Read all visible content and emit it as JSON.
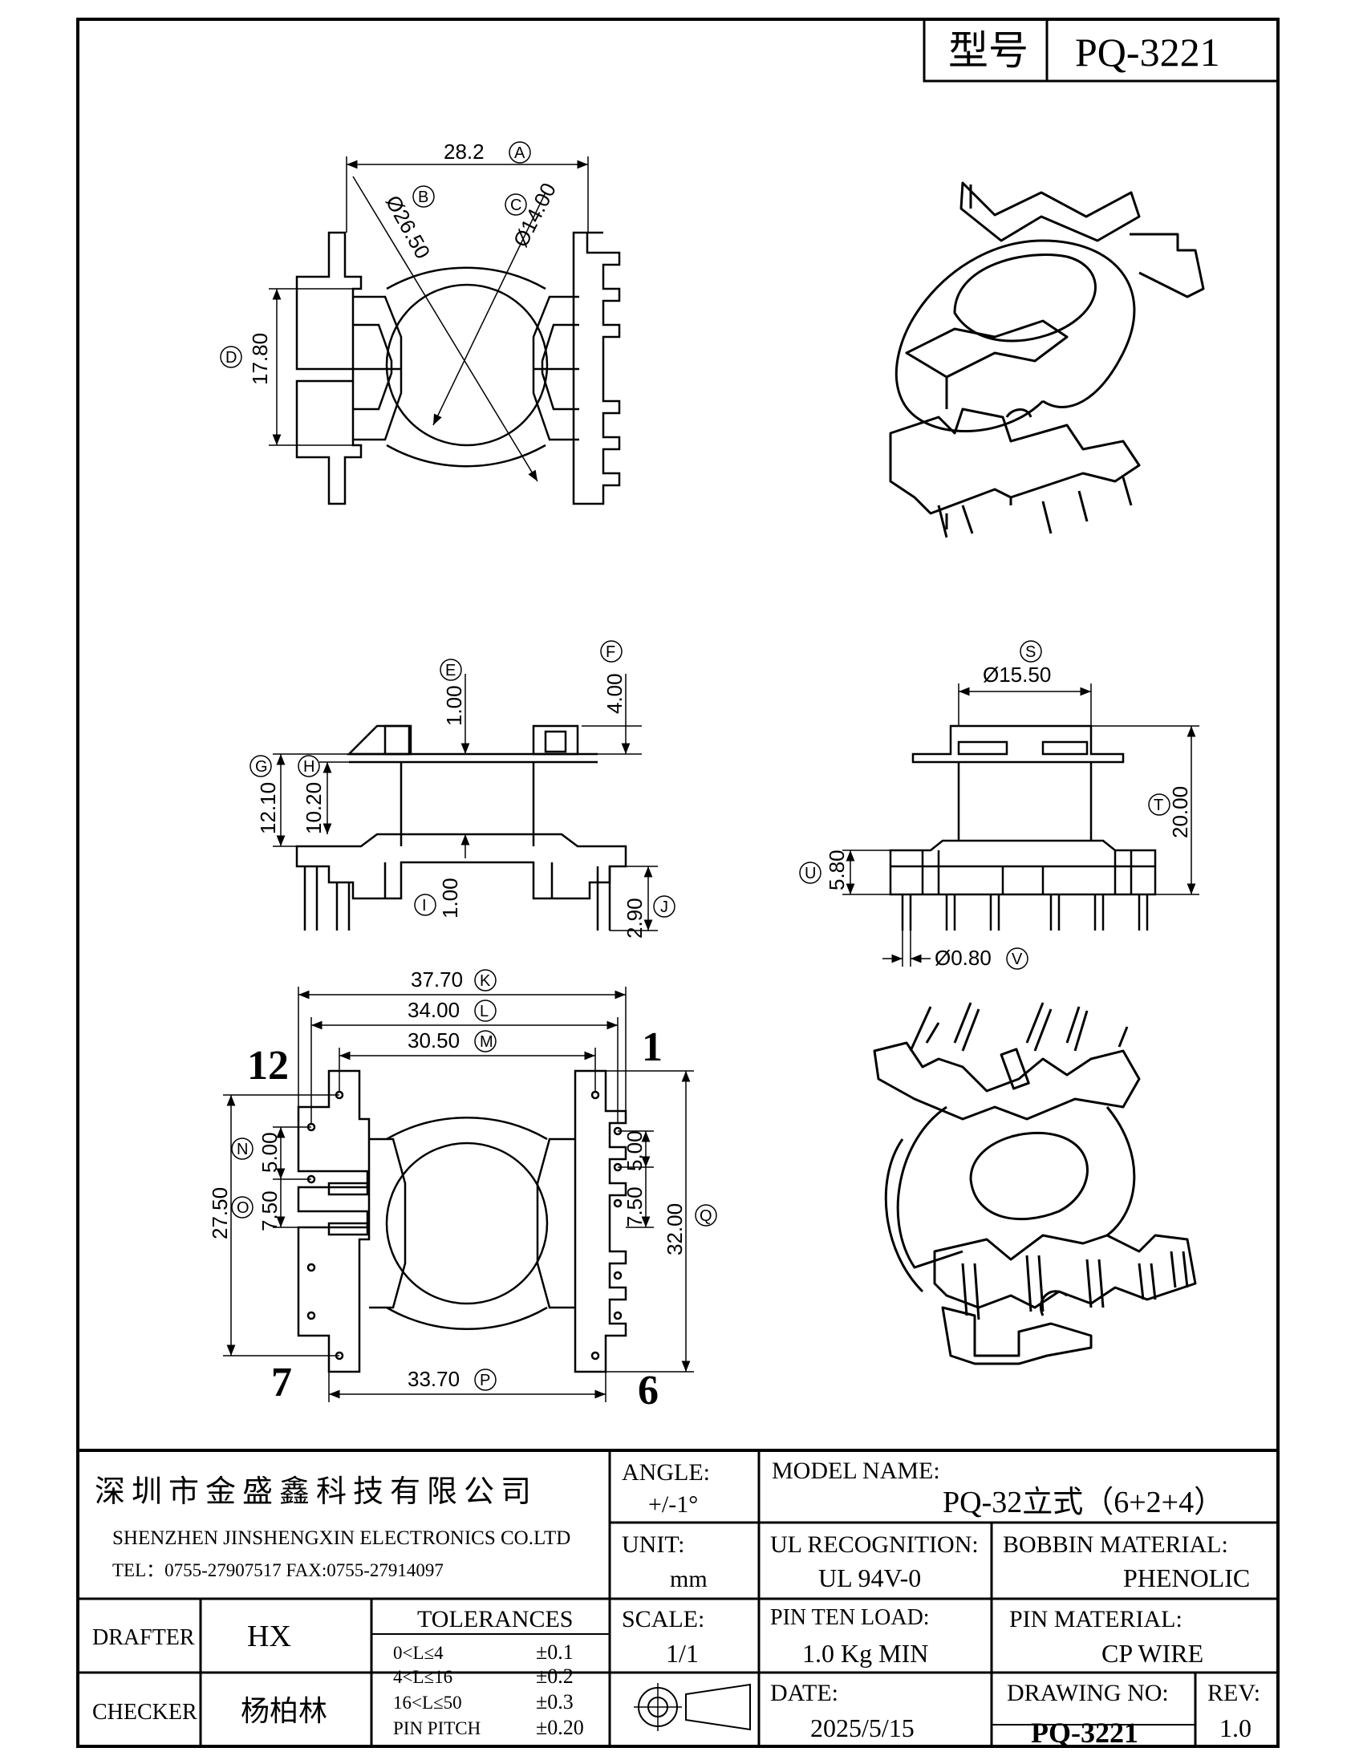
{
  "title_block_top": {
    "type_label": "型号",
    "type_value": "PQ-3221"
  },
  "dims": {
    "A": "28.2",
    "B": "Ø26.50",
    "C": "Ø14.00",
    "D": "17.80",
    "E": "1.00",
    "F": "4.00",
    "G": "12.10",
    "H": "10.20",
    "I": "1.00",
    "J": "2.90",
    "S": "Ø15.50",
    "T": "20.00",
    "U": "5.80",
    "V": "Ø0.80",
    "K": "37.70",
    "L": "34.00",
    "M": "30.50",
    "N": "5.00",
    "O": "7.50",
    "P": "33.70",
    "Q": "32.00",
    "R": "27.50",
    "N2": "5.00",
    "O2": "7.50"
  },
  "labels": {
    "A": "A",
    "B": "B",
    "C": "C",
    "D": "D",
    "E": "E",
    "F": "F",
    "G": "G",
    "H": "H",
    "I": "I",
    "J": "J",
    "K": "K",
    "L": "L",
    "M": "M",
    "N": "N",
    "O": "O",
    "P": "P",
    "Q": "Q",
    "S": "S",
    "T": "T",
    "U": "U",
    "V": "V"
  },
  "pins": {
    "p12": "12",
    "p1": "1",
    "p7": "7",
    "p6": "6"
  },
  "title_block": {
    "company_cn": "深圳市金盛鑫科技有限公司",
    "company_en": "SHENZHEN JINSHENGXIN ELECTRONICS  CO.LTD",
    "contact": "TEL：0755-27907517   FAX:0755-27914097",
    "angle_label": "ANGLE:",
    "angle_value": "+/-1°",
    "model_label": "MODEL NAME:",
    "model_value": "PQ-32立式（6+2+4）",
    "unit_label": "UNIT:",
    "unit_value": "mm",
    "ul_label": "UL RECOGNITION:",
    "ul_value": "UL 94V-0",
    "bobbin_label": "BOBBIN MATERIAL:",
    "bobbin_value": "PHENOLIC",
    "drafter_label": "DRAFTER",
    "drafter_value": "HX",
    "tol_label": "TOLERANCES",
    "tol_rows": [
      {
        "range": "0<L≤4",
        "value": "±0.1"
      },
      {
        "range": "4<L≤16",
        "value": "±0.2"
      },
      {
        "range": "16<L≤50",
        "value": "±0.3"
      },
      {
        "range": "PIN PITCH",
        "value": "±0.20"
      }
    ],
    "scale_label": "SCALE:",
    "scale_value": "1/1",
    "pinload_label": "PIN TEN LOAD:",
    "pinload_value": "1.0 Kg MIN",
    "pinmat_label": "PIN MATERIAL:",
    "pinmat_value": "CP WIRE",
    "checker_label": "CHECKER",
    "checker_value": "杨柏林",
    "date_label": "DATE:",
    "date_value": "2025/5/15",
    "drawno_label": "DRAWING NO:",
    "drawno_value": "PQ-3221",
    "rev_label": "REV:",
    "rev_value": "1.0"
  }
}
